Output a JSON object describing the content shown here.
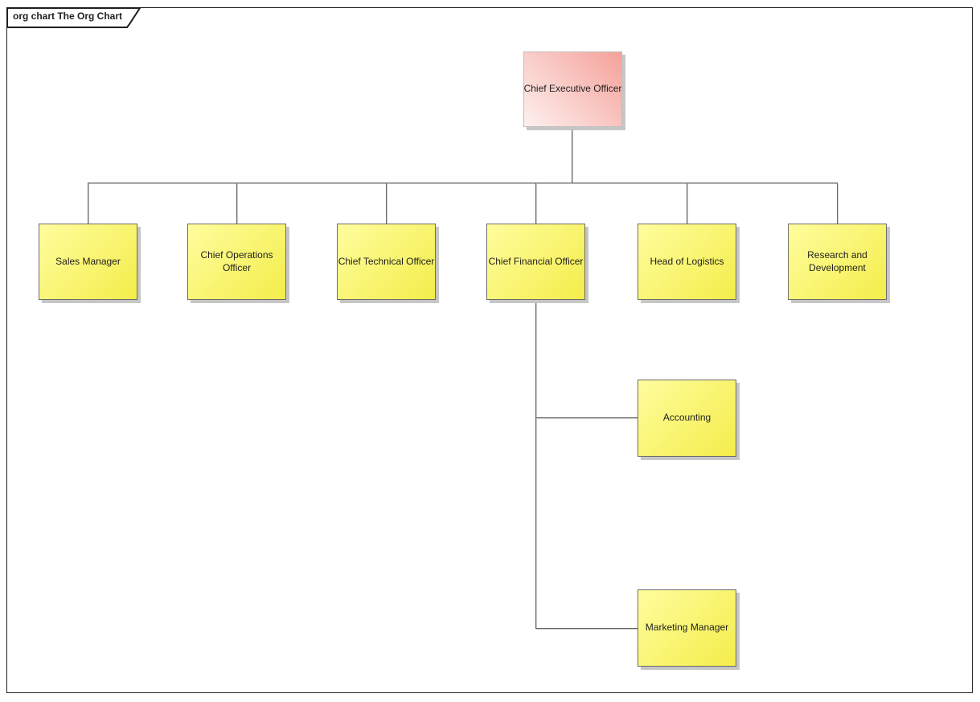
{
  "frame": {
    "tab_title": "org chart The Org Chart"
  },
  "colors": {
    "background": "#ffffff",
    "frame_border": "#1f1f1f",
    "connector": "#666666",
    "connector_shadow": "#c9c9c9",
    "node_text": "#1f1f1f",
    "root_fill_light": "#fdf0ee",
    "root_fill_dark": "#f5a19a",
    "root_border": "#bfbfbf",
    "node_fill_light": "#fffd9e",
    "node_fill_dark": "#f3ed4a",
    "node_border": "#6b6b6b",
    "shadow": "#c6c6c6"
  },
  "org": {
    "root": {
      "label": "Chief Executive Officer"
    },
    "level1": [
      {
        "label": "Sales Manager"
      },
      {
        "label": "Chief Operations Officer"
      },
      {
        "label": "Chief Technical Officer"
      },
      {
        "label": "Chief Financial Officer"
      },
      {
        "label": "Head of Logistics"
      },
      {
        "label": "Research and Development"
      }
    ],
    "cfo_reports": [
      {
        "label": "Accounting"
      },
      {
        "label": "Marketing Manager"
      }
    ]
  }
}
